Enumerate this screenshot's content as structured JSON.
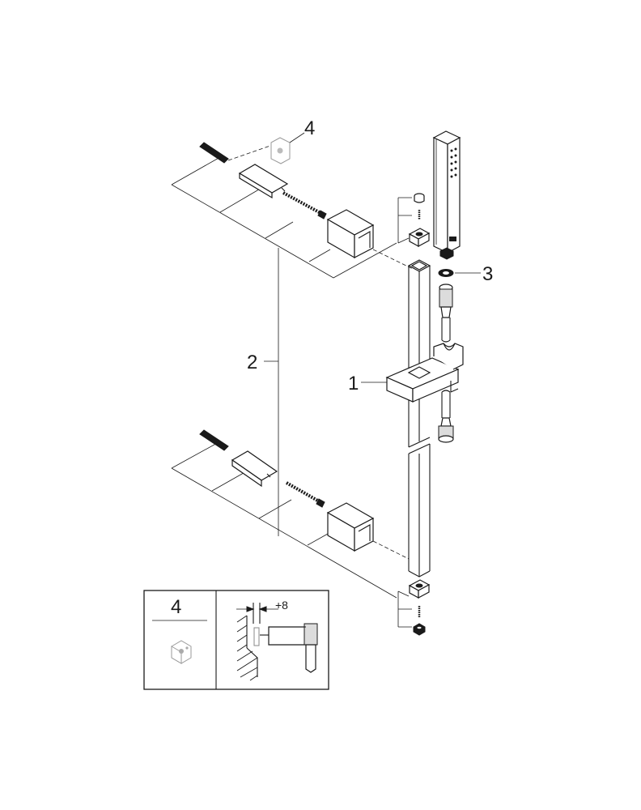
{
  "callouts": {
    "slide_holder": "1",
    "rail": "2",
    "washer": "3",
    "bracket": "4"
  },
  "inset": {
    "part_number": "4",
    "offset": "+8"
  }
}
